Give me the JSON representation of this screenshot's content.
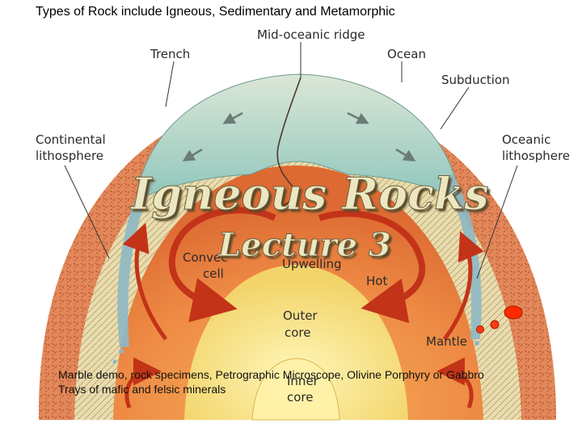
{
  "header": {
    "subtitle": "Types of Rock include Igneous, Sedimentary and Metamorphic"
  },
  "slide": {
    "title": "Igneous Rocks",
    "lecture": "Lecture 3"
  },
  "labels": {
    "mid_ocean_ridge": "Mid-oceanic ridge",
    "trench": "Trench",
    "ocean": "Ocean",
    "subduction": "Subduction",
    "continental_1": "Continental",
    "continental_2": "lithosphere",
    "oceanic_1": "Oceanic",
    "oceanic_2": "lithosphere",
    "convection_1": "Convec",
    "convection_2": "cell",
    "upwelling": "Upwelling",
    "hot": "Hot",
    "outer_core_1": "Outer",
    "outer_core_2": "core",
    "mantle": "Mantle",
    "inner_core_1": "Inner",
    "inner_core_2": "core"
  },
  "notes": [
    "Marble demo, rock specimens, Petrographic Microscope, Olivine Porphyry or Gabbro",
    "Trays of mafic and felsic minerals"
  ],
  "colors": {
    "ocean": "#a6d0c4",
    "lithosphere": "#cdb98a",
    "mantle": "#e98a46",
    "outer_core": "#f6e08c",
    "arrow": "#c23318",
    "magma": "#ff2a00"
  }
}
